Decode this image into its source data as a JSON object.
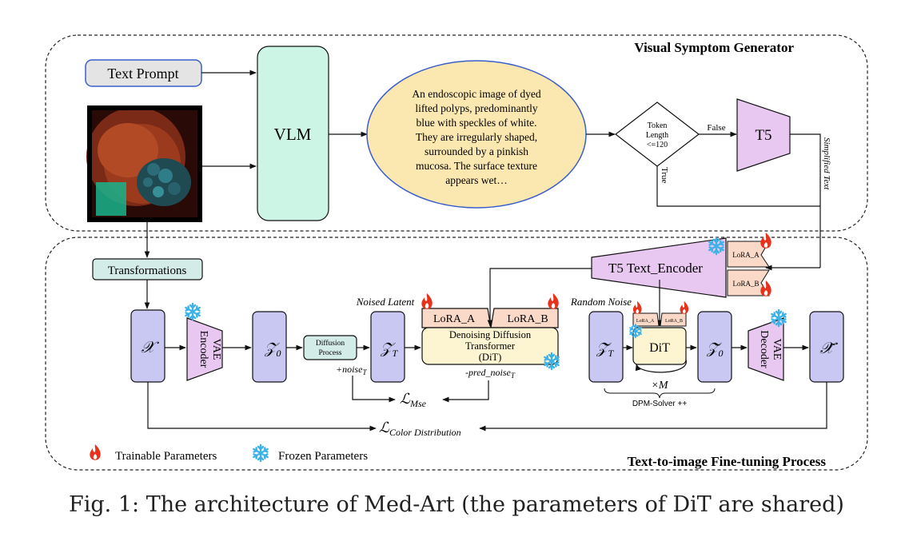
{
  "colors": {
    "vlm_fill": "#cdf5e6",
    "ellipse_fill": "#fbe7b0",
    "encoder_fill": "#e8c8f0",
    "latent_fill": "#c9c8f2",
    "lora_fill": "#fad9c8",
    "dit_fill": "#fdf4d2",
    "transform_fill": "#d3ece8",
    "prompt_fill": "#e4e4e4",
    "prompt_border": "#3a5ec9",
    "flame": "#e8321c",
    "snow": "#3cb2e6"
  },
  "sections": {
    "top_title": "Visual Symptom Generator",
    "bottom_title": "Text-to-image Fine-tuning Process"
  },
  "top": {
    "text_prompt": "Text Prompt",
    "vlm": "VLM",
    "description_lines": [
      "An endoscopic image of dyed",
      "lifted polyps, predominantly",
      "blue with speckles of white.",
      "They are irregularly shaped,",
      "surrounded by a pinkish",
      "mucosa. The surface texture",
      "appears wet…"
    ],
    "decision_lines": [
      "Token",
      "Length",
      "<=120"
    ],
    "false_label": "False",
    "true_label": "True",
    "t5": "T5",
    "simplified_text": "Simplified Text"
  },
  "bottom": {
    "transformations": "Transformations",
    "x": "𝒳",
    "vae_encoder_1": "VAE",
    "vae_encoder_2": "Encoder",
    "z0_base": "𝒵",
    "z0_sub": "0",
    "diffusion_process_1": "Diffusion",
    "diffusion_process_2": "Process",
    "zt_base": "𝒵",
    "zt_sub": "T",
    "noised_latent": "Noised Latent",
    "noise_label": "+noise",
    "noise_sub": "T",
    "lora_a": "LoRA_A",
    "lora_b": "LoRA_B",
    "denoise_1": "Denoising Diffusion",
    "denoise_2": "Transformer",
    "denoise_3": "(DiT)",
    "pred_noise": "-pred_noise",
    "pred_noise_sub": "T",
    "loss_mse_base": "ℒ",
    "loss_mse_sub": "Mse",
    "t5_encoder": "T5 Text_Encoder",
    "enc_lora_a": "LoRA_A",
    "enc_lora_b": "LoRA_B",
    "random_noise": "Random Noise",
    "zt_tilde_base": "𝒵̃",
    "zt_tilde_sub": "T",
    "small_lora_a": "LoRA_A",
    "small_lora_b": "LoRA_B",
    "dit": "DiT",
    "times_m": "×M",
    "dpm_solver": "DPM-Solver ++",
    "z0_tilde_base": "𝒵̃",
    "z0_tilde_sub": "0",
    "vae_decoder_1": "VAE",
    "vae_decoder_2": "Decoder",
    "x_tilde": "𝒳̃",
    "loss_color_base": "ℒ",
    "loss_color_sub": "Color Distribution"
  },
  "legend": {
    "trainable": "Trainable Parameters",
    "frozen": "Frozen Parameters"
  },
  "caption": "Fig. 1: The architecture of Med-Art (the parameters of DiT are shared)"
}
